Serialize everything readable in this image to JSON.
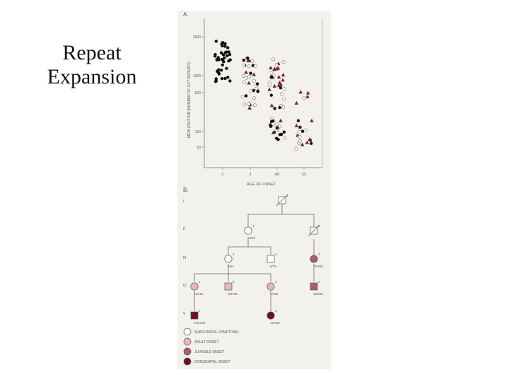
{
  "slide": {
    "title_line1": "Repeat",
    "title_line2": "Expansion"
  },
  "figure": {
    "panel_a": {
      "label": "A.",
      "ylabel": "MEIN (TACTION (NUMBER OF GCT REPEATS)",
      "xlabel": "AGE OF ONSET",
      "y_ticks": [
        "2000",
        "1000",
        "500",
        "100",
        "50"
      ],
      "x_ticks": [
        "C",
        "J",
        "AD",
        "SC"
      ],
      "colors": {
        "filled": "#111111",
        "onset": "#7a1e3a"
      }
    },
    "panel_b": {
      "label": "B.",
      "generations": [
        "I",
        "II",
        "III",
        "IV",
        "V"
      ],
      "individuals": [
        {
          "id": "1",
          "gen": "I",
          "sex": "male",
          "deceased": true,
          "onset": "none",
          "text": ""
        },
        {
          "id": "1",
          "gen": "II",
          "sex": "female",
          "deceased": false,
          "onset": "subclinical",
          "text": "2x/63"
        },
        {
          "id": "2",
          "gen": "II",
          "sex": "male",
          "deceased": true,
          "onset": "none",
          "text": ""
        },
        {
          "id": "1",
          "gen": "III",
          "sex": "female",
          "deceased": false,
          "onset": "subclinical",
          "text": "3/64"
        },
        {
          "id": "2",
          "gen": "III",
          "sex": "male",
          "deceased": false,
          "onset": "none",
          "text": "5/75"
        },
        {
          "id": "3",
          "gen": "III",
          "sex": "female",
          "deceased": false,
          "onset": "juvenile",
          "text": "15/300"
        },
        {
          "id": "1",
          "gen": "IV",
          "sex": "female",
          "deceased": false,
          "onset": "adult",
          "text": "13/112"
        },
        {
          "id": "2",
          "gen": "IV",
          "sex": "male",
          "deceased": false,
          "onset": "adult",
          "text": "10/105"
        },
        {
          "id": "3",
          "gen": "IV",
          "sex": "female",
          "deceased": false,
          "onset": "adult",
          "text": "7/160"
        },
        {
          "id": "4",
          "gen": "IV",
          "sex": "male",
          "deceased": false,
          "onset": "juvenile",
          "text": "16/200"
        },
        {
          "id": "1",
          "gen": "V",
          "sex": "male",
          "deceased": false,
          "onset": "congenital",
          "text": "14/2100"
        },
        {
          "id": "2",
          "gen": "V",
          "sex": "female",
          "deceased": false,
          "onset": "congenital",
          "text": "13/700"
        }
      ],
      "legend": [
        {
          "label": "SUBCLINICAL SYMPTOMS",
          "color": "#ffffff"
        },
        {
          "label": "ADULT ONSET",
          "color": "#e9b6c6"
        },
        {
          "label": "JUVENILE ONSET",
          "color": "#b2577a"
        },
        {
          "label": "CONGENITAL ONSET",
          "color": "#6e1128"
        }
      ]
    }
  }
}
